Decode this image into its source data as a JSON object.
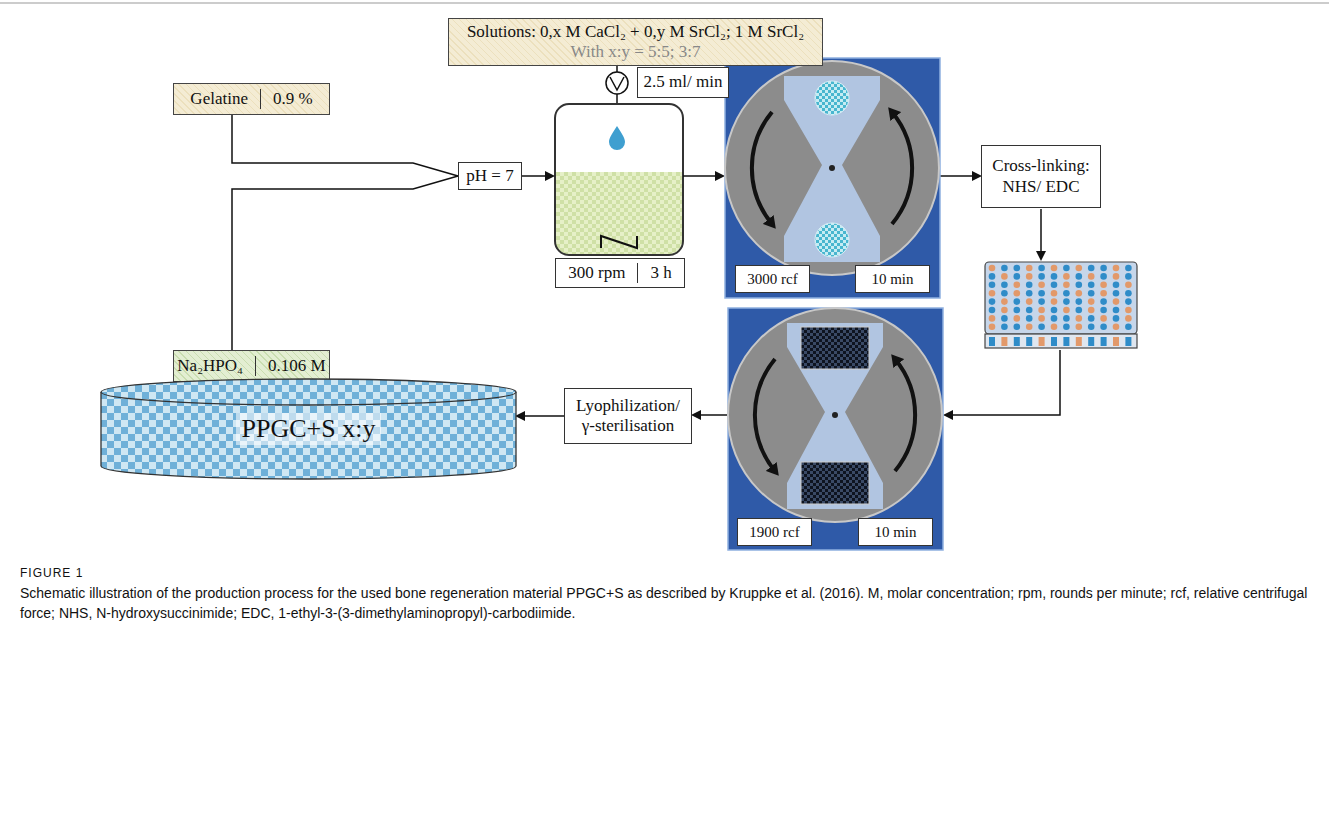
{
  "diagram": {
    "caption": "Schematic illustration of the production process for the used bone regeneration material PPGC+S as described by Kruppke et al. (2016). M, molar concentration; rpm, rounds per minute; rcf, relative centrifugal force; NHS, N-hydroxysuccinimide; EDC, 1-ethyl-3-(3-dimethylaminopropyl)-carbodiimide.",
    "nodes": [
      {
        "text": [
          "Solutions: 0,x M CaCl₂ + 0,y M SrCl₂; 1 M SrCl₂",
          "With x:y = 5:5; 3:7"
        ]
      },
      {
        "text": [
          "2.5 ml/ min"
        ]
      },
      {
        "text": [
          "Gelatine",
          "0.9 %"
        ]
      },
      {
        "text": [
          "pH = 7"
        ]
      },
      {
        "text": [
          "300 rpm",
          "3 h"
        ]
      },
      {
        "text": [
          "3000 rcf"
        ]
      },
      {
        "text": [
          "10 min"
        ]
      },
      {
        "text": [
          "Cross-linking: NHS/ EDC"
        ]
      },
      {
        "text": [
          "Na₂HPO₄",
          "0.106 M"
        ]
      },
      {
        "text": [
          "1900 rcf"
        ]
      },
      {
        "text": [
          "10 min"
        ]
      },
      {
        "text": [
          "Lyophilization/ γ-sterilisation"
        ]
      },
      {
        "text": [
          "PPGC+S x:y"
        ]
      }
    ],
    "edges": [
      {
        "from": 2,
        "to": 3,
        "arrow": "none"
      },
      {
        "from": 8,
        "to": 3,
        "arrow": "none"
      },
      {
        "from": 11,
        "to": 12,
        "arrow": "to"
      }
    ],
    "labels": [
      "FIGURE 1"
    ]
  }
}
